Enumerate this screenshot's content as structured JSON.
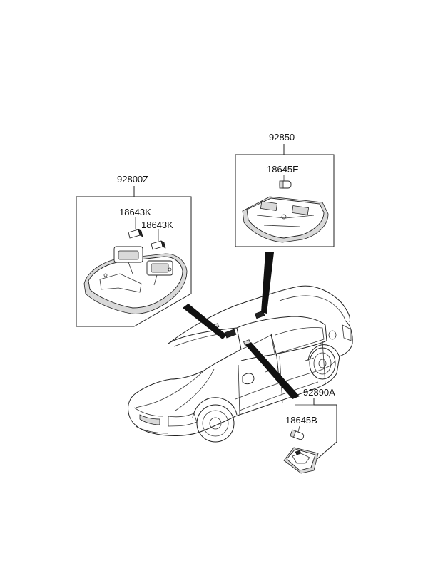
{
  "labels": {
    "front_lamp_assy": "92800Z",
    "bulb_k_1": "18643K",
    "bulb_k_2": "18643K",
    "room_lamp_assy": "92850",
    "bulb_e": "18645E",
    "personal_lamp_assy": "92890A",
    "bulb_b": "18645B"
  }
}
